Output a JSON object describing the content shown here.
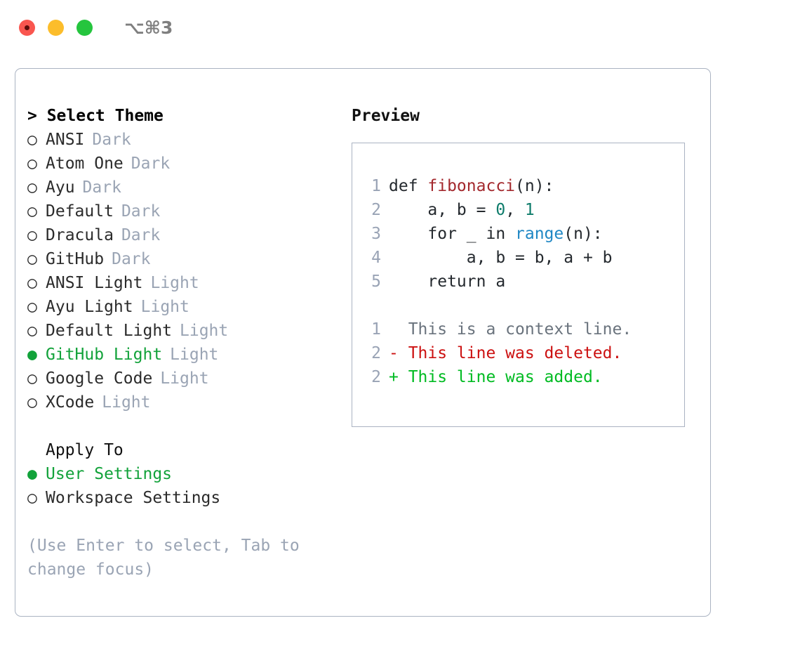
{
  "titlebar": {
    "traffic_lights": [
      "close-light",
      "minimize-light",
      "maximize-light"
    ],
    "shortcut": "⌥⌘3"
  },
  "colors": {
    "accent_green": "#12a23a",
    "panel_border": "#aab3c2",
    "muted": "#9aa4b4",
    "text": "#2b2b2b",
    "diff_add": "#00bb22",
    "diff_del": "#cc1111",
    "diff_ctx": "#6a737d",
    "syntax_function": "#a3282d",
    "syntax_number": "#0e7c6b",
    "syntax_call": "#1f87c4",
    "light_close": "#f9564f",
    "light_min": "#fcbd2b",
    "light_max": "#25c53e"
  },
  "theme_section": {
    "title": "> Select Theme",
    "focused": true,
    "bullet_on": "●",
    "bullet_off": "○",
    "items": [
      {
        "label": "ANSI",
        "tag": "Dark",
        "selected": false
      },
      {
        "label": "Atom One",
        "tag": "Dark",
        "selected": false
      },
      {
        "label": "Ayu",
        "tag": "Dark",
        "selected": false
      },
      {
        "label": "Default",
        "tag": "Dark",
        "selected": false
      },
      {
        "label": "Dracula",
        "tag": "Dark",
        "selected": false
      },
      {
        "label": "GitHub",
        "tag": "Dark",
        "selected": false
      },
      {
        "label": "ANSI Light",
        "tag": "Light",
        "selected": false
      },
      {
        "label": "Ayu Light",
        "tag": "Light",
        "selected": false
      },
      {
        "label": "Default Light",
        "tag": "Light",
        "selected": false
      },
      {
        "label": "GitHub Light",
        "tag": "Light",
        "selected": true
      },
      {
        "label": "Google Code",
        "tag": "Light",
        "selected": false
      },
      {
        "label": "XCode",
        "tag": "Light",
        "selected": false
      }
    ]
  },
  "apply_section": {
    "title": "Apply To",
    "items": [
      {
        "label": "User Settings",
        "selected": true
      },
      {
        "label": "Workspace Settings",
        "selected": false
      }
    ]
  },
  "hint": "(Use Enter to select, Tab to change focus)",
  "preview": {
    "title": "Preview",
    "code_lines": [
      {
        "no": "1",
        "tokens": [
          {
            "text": "def ",
            "kind": "plain"
          },
          {
            "text": "fibonacci",
            "kind": "fn"
          },
          {
            "text": "(n):",
            "kind": "plain"
          }
        ]
      },
      {
        "no": "2",
        "tokens": [
          {
            "text": "    a, b = ",
            "kind": "plain"
          },
          {
            "text": "0",
            "kind": "num"
          },
          {
            "text": ", ",
            "kind": "plain"
          },
          {
            "text": "1",
            "kind": "num"
          }
        ]
      },
      {
        "no": "3",
        "tokens": [
          {
            "text": "    for _ in ",
            "kind": "plain"
          },
          {
            "text": "range",
            "kind": "call"
          },
          {
            "text": "(n):",
            "kind": "plain"
          }
        ]
      },
      {
        "no": "4",
        "tokens": [
          {
            "text": "        a, b = b, a + b",
            "kind": "plain"
          }
        ]
      },
      {
        "no": "5",
        "tokens": [
          {
            "text": "    return a",
            "kind": "plain"
          }
        ]
      }
    ],
    "diff_lines": [
      {
        "no": "1",
        "text": "  This is a context line.",
        "kind": "ctx"
      },
      {
        "no": "2",
        "text": "- This line was deleted.",
        "kind": "del"
      },
      {
        "no": "2",
        "text": "+ This line was added.",
        "kind": "add"
      }
    ]
  }
}
